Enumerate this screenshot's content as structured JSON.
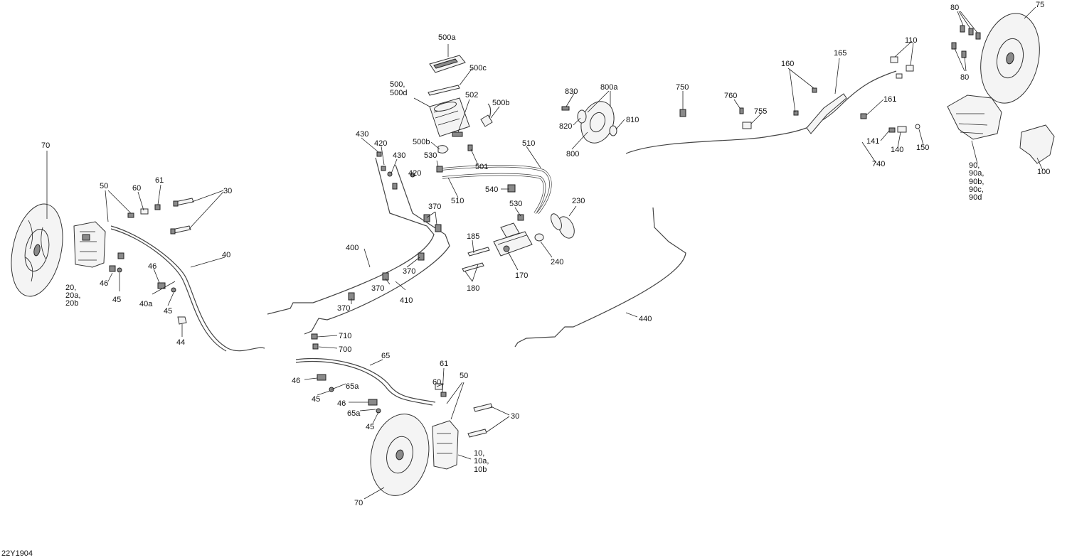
{
  "diagram_code": "22Y1904",
  "labels": {
    "l70a": "70",
    "l50a": "50",
    "l60a": "60",
    "l61a": "61",
    "l30a": "30",
    "l40": "40",
    "l20": "20,",
    "l20a": "20a,",
    "l20b": "20b",
    "l46a": "46",
    "l45a": "45",
    "l46b": "46",
    "l40a": "40a",
    "l45b": "45",
    "l44": "44",
    "l430a": "430",
    "l420a": "420",
    "l430b": "430",
    "l420b": "420",
    "l500a": "500a",
    "l500c": "500c",
    "l500": "500,",
    "l500d": "500d",
    "l502": "502",
    "l500b1": "500b",
    "l500b2": "500b",
    "l501": "501",
    "l530a": "530",
    "l510a": "510",
    "l510b": "510",
    "l540": "540",
    "l370a": "370",
    "l370b": "370",
    "l370c": "370",
    "l370d": "370",
    "l400": "400",
    "l410": "410",
    "l185": "185",
    "l180": "180",
    "l170": "170",
    "l530b": "530",
    "l230": "230",
    "l240": "240",
    "l440": "440",
    "l710": "710",
    "l700": "700",
    "l65": "65",
    "l46c": "46",
    "l65a1": "65a",
    "l45c": "45",
    "l46d": "46",
    "l65a2": "65a",
    "l45d": "45",
    "l61b": "61",
    "l60b": "60",
    "l50b": "50",
    "l30b": "30",
    "l10": "10,",
    "l10a": "10a,",
    "l10b": "10b",
    "l70b": "70",
    "l830": "830",
    "l800a": "800a",
    "l820": "820",
    "l810": "810",
    "l800": "800",
    "l750": "750",
    "l760": "760",
    "l755": "755",
    "l160": "160",
    "l165": "165",
    "l110": "110",
    "l161": "161",
    "l740": "740",
    "l141": "141",
    "l140": "140",
    "l150": "150",
    "l80a": "80",
    "l80b": "80",
    "l75": "75",
    "l90": "90,",
    "l90a": "90a,",
    "l90b": "90b,",
    "l90c": "90c,",
    "l90d": "90d",
    "l100": "100"
  }
}
